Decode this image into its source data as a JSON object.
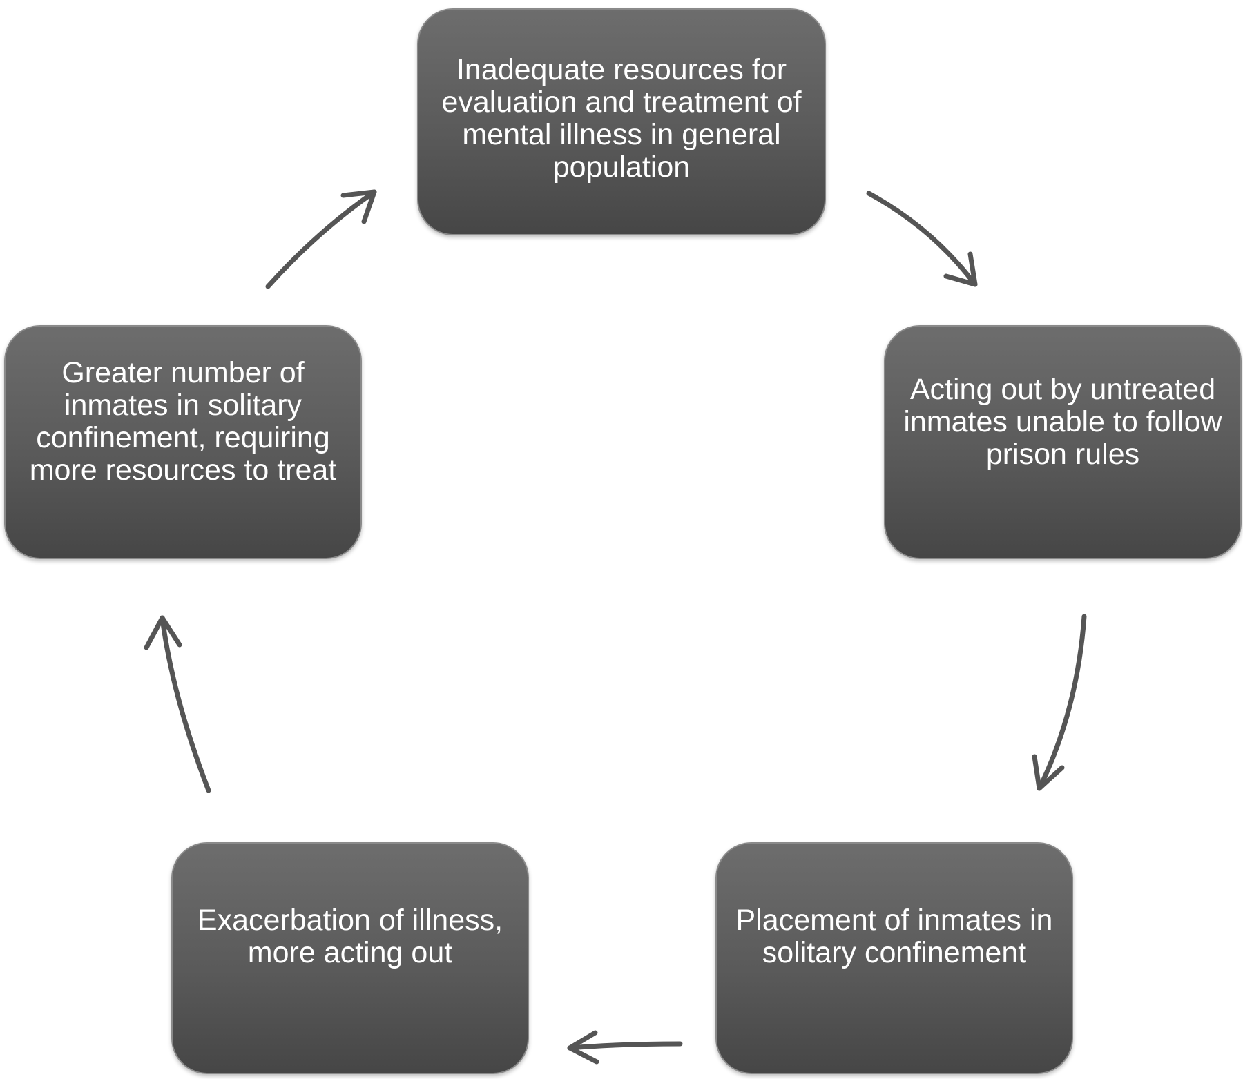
{
  "diagram": {
    "nodes": [
      {
        "id": "n1",
        "text": "Inadequate resources for evaluation and treatment of mental illness in general population"
      },
      {
        "id": "n2",
        "text": "Acting out by untreated inmates unable to follow prison rules"
      },
      {
        "id": "n3",
        "text": "Placement of inmates in solitary confinement"
      },
      {
        "id": "n4",
        "text": "Exacerbation of illness, more acting out"
      },
      {
        "id": "n5",
        "text": "Greater number of inmates in solitary confinement, requiring more resources to treat"
      }
    ],
    "edges": [
      {
        "from": "n1",
        "to": "n2"
      },
      {
        "from": "n2",
        "to": "n3"
      },
      {
        "from": "n3",
        "to": "n4"
      },
      {
        "from": "n4",
        "to": "n5"
      },
      {
        "from": "n5",
        "to": "n1"
      }
    ],
    "colors": {
      "node_fill": "#5a5a5a",
      "node_text": "#ffffff",
      "arrow": "#555555"
    }
  }
}
